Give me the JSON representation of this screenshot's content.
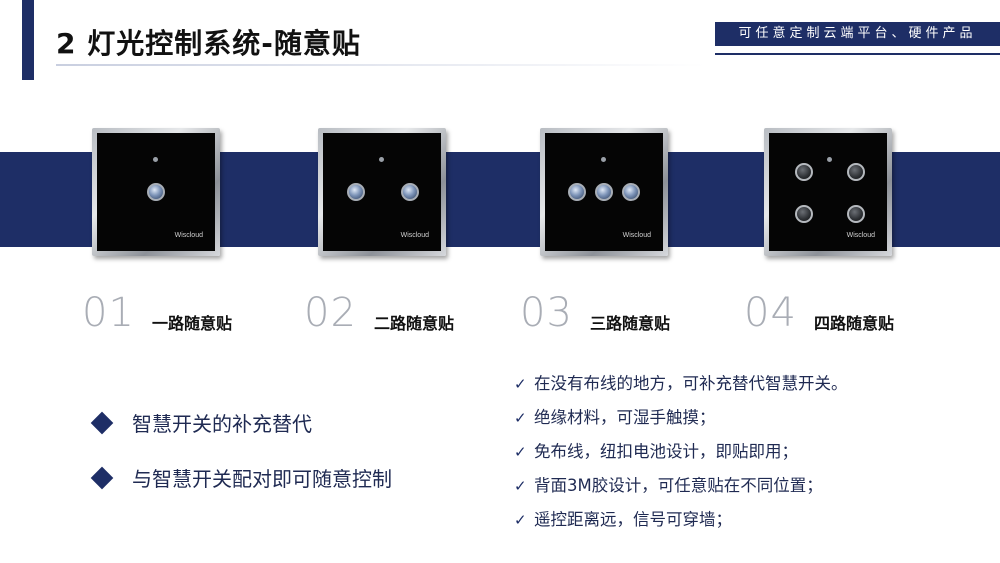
{
  "header": {
    "title": "2  灯光控制系统-随意贴",
    "tagline": "可任意定制云端平台、硬件产品"
  },
  "colors": {
    "navy": "#1e2e66",
    "number_gray": "#a9adb5"
  },
  "products": [
    {
      "number": "01",
      "label": "一路随意贴",
      "brand": "Wiscloud"
    },
    {
      "number": "02",
      "label": "二路随意贴",
      "brand": "Wiscloud"
    },
    {
      "number": "03",
      "label": "三路随意贴",
      "brand": "Wiscloud"
    },
    {
      "number": "04",
      "label": "四路随意贴",
      "brand": "Wiscloud"
    }
  ],
  "features": [
    "智慧开关的补充替代",
    "与智慧开关配对即可随意控制"
  ],
  "check_icon": "✓",
  "checklist": [
    "在没有布线的地方，可补充替代智慧开关。",
    "绝缘材料，可湿手触摸；",
    "免布线，纽扣电池设计，即贴即用；",
    "背面3M胶设计，可任意贴在不同位置；",
    "遥控距离远，信号可穿墙；"
  ]
}
